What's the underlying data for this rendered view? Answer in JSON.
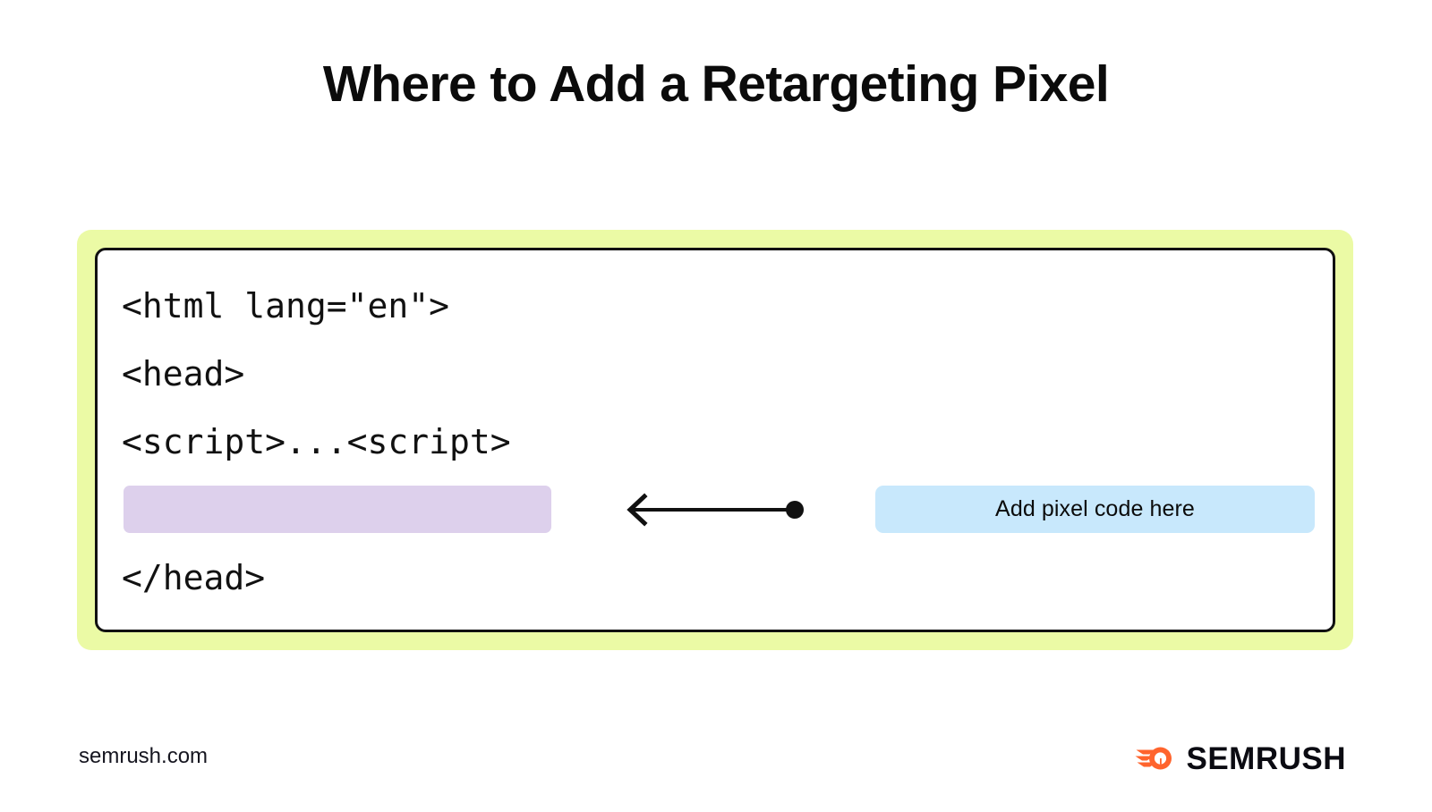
{
  "page": {
    "title": "Where to Add a Retargeting Pixel",
    "background_color": "#ffffff"
  },
  "code_block": {
    "frame_color": "#ebfaa5",
    "card_background": "#ffffff",
    "card_border_color": "#111111",
    "lines": [
      {
        "text": "<html lang=\"en\">"
      },
      {
        "text": "<head>"
      },
      {
        "text": "<script>...<script>"
      },
      {
        "text": "</head>"
      }
    ],
    "placeholder_slot": {
      "color": "#ddd0ec",
      "label": ""
    }
  },
  "annotation": {
    "arrow": {
      "direction": "left",
      "color": "#111111",
      "has_end_dot": true
    },
    "callout": {
      "text": "Add pixel code here",
      "background_color": "#c8e8fc",
      "text_color": "#0b0b0b"
    }
  },
  "footer": {
    "url": "semrush.com",
    "brand_name": "SEMRUSH",
    "brand_accent_color": "#ff642d",
    "brand_text_color": "#0b0b12"
  }
}
